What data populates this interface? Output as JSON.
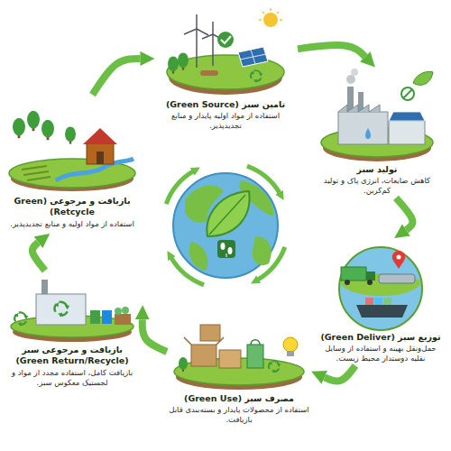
{
  "diagram": {
    "nodes": [
      {
        "text": [
          "تامین سبز (Green Source)",
          "استفاده از مواد اولیه پایدار و منابع تجدیدپذیر."
        ]
      },
      {
        "text": [
          "تولید سبز",
          "کاهش ضایعات، انرژی پاک و تولید کم‌کربن."
        ]
      },
      {
        "text": [
          "توزیع سبز (Green Deliver)",
          "حمل‌ونقل بهینه و استفاده از وسایل نقلیه دوستدار محیط زیست."
        ]
      },
      {
        "text": [
          "مصرف سبز (Green Use)",
          "استفاده از محصولات پایدار و بسته‌بندی قابل بازیافت."
        ]
      },
      {
        "text": [
          "بازیافت و مرجوعی سبز (Green Return/Recycle)",
          "بازیافت کامل، استفاده مجدد از مواد و لجستیک معکوس سبز."
        ]
      },
      {
        "text": [
          "بازیافت و مرجوعی (Green Retcycle)",
          "استفاده از مواد اولیه و منابع تجدیدپذیر."
        ]
      }
    ],
    "edges": [
      {
        "from": 0,
        "to": 1,
        "arrow": "to"
      },
      {
        "from": 1,
        "to": 2,
        "arrow": "to"
      },
      {
        "from": 2,
        "to": 3,
        "arrow": "to"
      },
      {
        "from": 3,
        "to": 4,
        "arrow": "to"
      },
      {
        "from": 4,
        "to": 5,
        "arrow": "to"
      },
      {
        "from": 5,
        "to": 0,
        "arrow": "to"
      }
    ]
  }
}
